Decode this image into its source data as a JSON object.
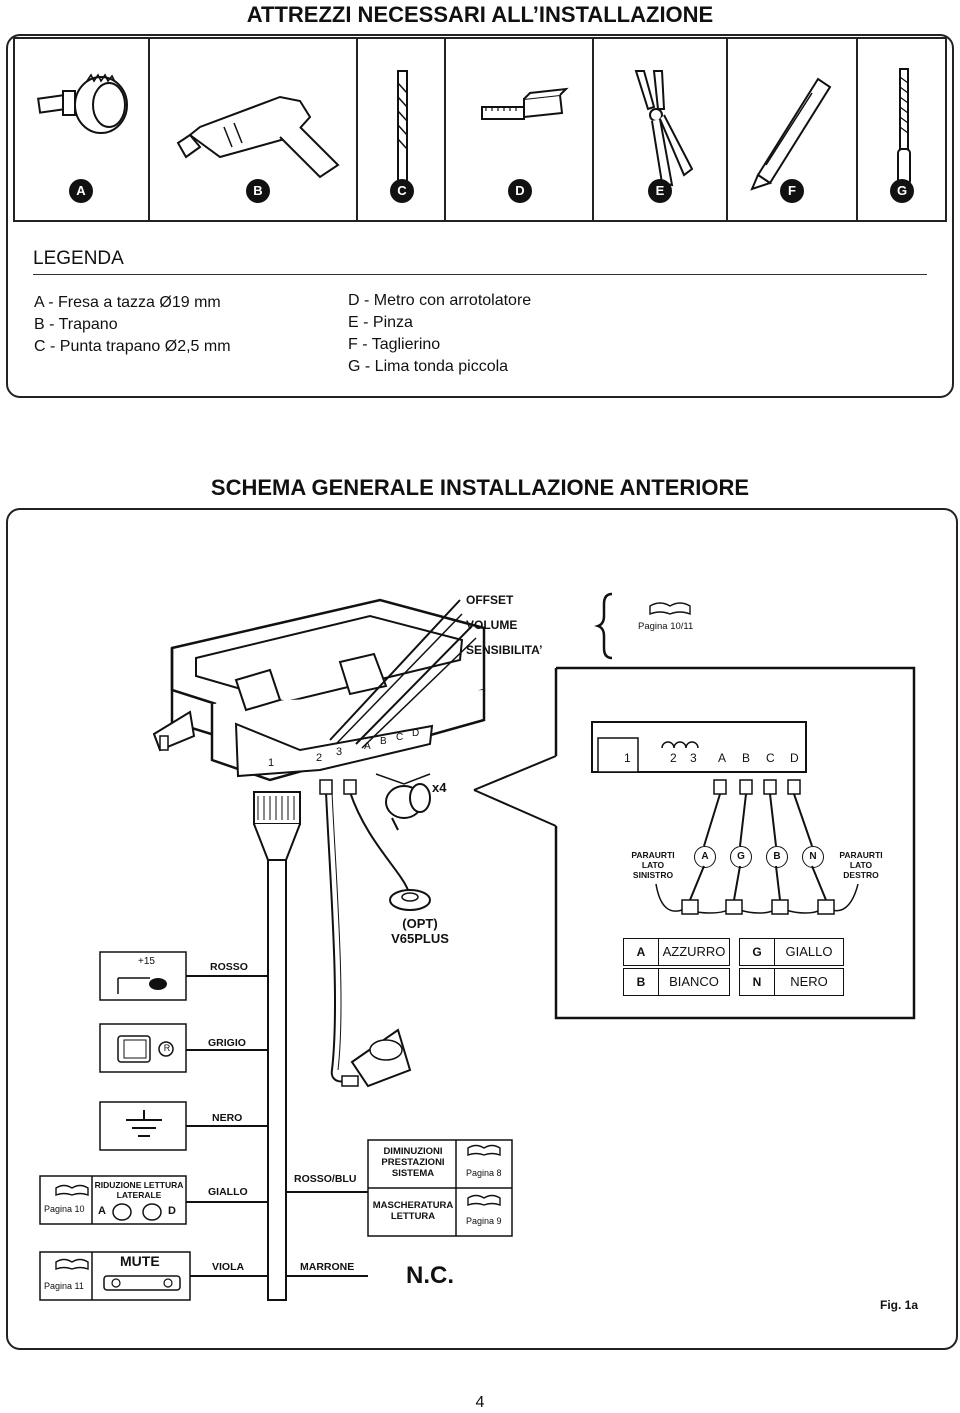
{
  "title_tools": "ATTREZZI NECESSARI ALL’INSTALLAZIONE",
  "tools": [
    {
      "letter": "A",
      "icon": "hole-saw-icon"
    },
    {
      "letter": "B",
      "icon": "drill-icon"
    },
    {
      "letter": "C",
      "icon": "drill-bit-icon"
    },
    {
      "letter": "D",
      "icon": "tape-measure-icon"
    },
    {
      "letter": "E",
      "icon": "pliers-icon"
    },
    {
      "letter": "F",
      "icon": "cutter-icon"
    },
    {
      "letter": "G",
      "icon": "file-icon"
    }
  ],
  "legend": {
    "heading": "LEGENDA",
    "left": [
      "A  -  Fresa a tazza Ø19 mm",
      "B  -  Trapano",
      "C  -  Punta trapano Ø2,5 mm"
    ],
    "right": [
      "D -  Metro con arrotolatore",
      "E  -  Pinza",
      "F  -  Taglierino",
      "G -  Lima tonda piccola"
    ]
  },
  "title_schema": "SCHEMA GENERALE INSTALLAZIONE ANTERIORE",
  "diagram": {
    "adjust": [
      "OFFSET",
      "VOLUME",
      "SENSIBILITA’"
    ],
    "page_ref_adjust": "Pagina 10/11",
    "x4": "x4",
    "connector_labels": [
      "1",
      "2",
      "3",
      "A",
      "B",
      "C",
      "D"
    ],
    "bumper_left": [
      "PARAURTI",
      "LATO",
      "SINISTRO"
    ],
    "bumper_right": [
      "PARAURTI",
      "LATO",
      "DESTRO"
    ],
    "sensors": [
      "A",
      "G",
      "B",
      "N"
    ],
    "color_table": [
      {
        "code": "A",
        "name": "AZZURRO"
      },
      {
        "code": "G",
        "name": "GIALLO"
      },
      {
        "code": "B",
        "name": "BIANCO"
      },
      {
        "code": "N",
        "name": "NERO"
      }
    ],
    "opt": "(OPT)",
    "opt_model": "V65PLUS",
    "plus15": "+15",
    "wire_rosso": "ROSSO",
    "r_label": "R",
    "wire_grigio": "GRIGIO",
    "wire_nero": "NERO",
    "riduzione": "RIDUZIONE LETTURA LATERALE",
    "riduzione_a": "A",
    "riduzione_d": "D",
    "pagina10": "Pagina 10",
    "wire_giallo": "GIALLO",
    "wire_rosso_blu": "ROSSO/BLU",
    "diminuzioni": "DIMINUZIONI PRESTAZIONI SISTEMA",
    "pagina8": "Pagina 8",
    "mascheratura": "MASCHERATURA LETTURA",
    "pagina9": "Pagina 9",
    "mute": "MUTE",
    "pagina11": "Pagina 11",
    "wire_viola": "VIOLA",
    "wire_marrone": "MARRONE",
    "nc": "N.C.",
    "fig": "Fig. 1a"
  },
  "page_number": "4"
}
